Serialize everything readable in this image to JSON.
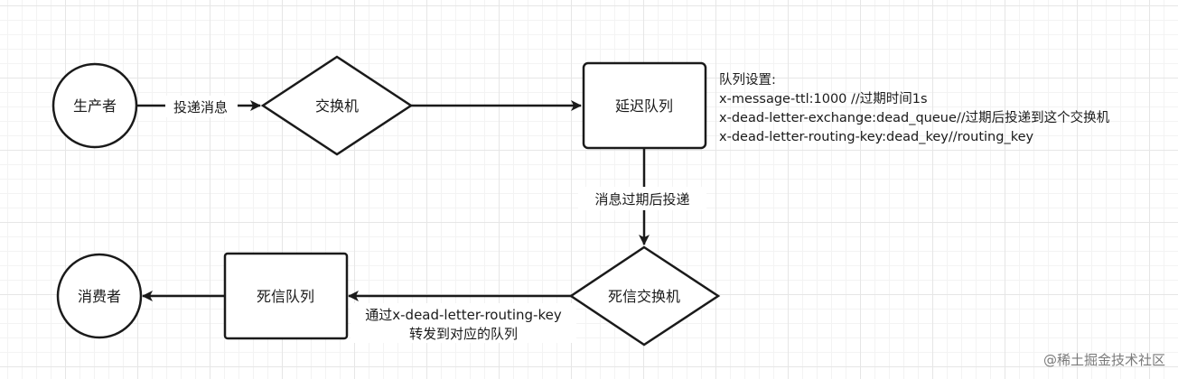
{
  "nodes": {
    "producer": "生产者",
    "exchange": "交换机",
    "delay_queue": "延迟队列",
    "dead_exchange": "死信交换机",
    "dead_queue": "死信队列",
    "consumer": "消费者"
  },
  "edges": {
    "producer_to_exchange": "投递消息",
    "delay_to_dead_exchange": "消息过期后投递",
    "dead_exchange_to_queue_line1": "通过x-dead-letter-routing-key",
    "dead_exchange_to_queue_line2": "转发到对应的队列"
  },
  "note": {
    "title": "队列设置:",
    "lines": [
      "x-message-ttl:1000 //过期时间1s",
      "x-dead-letter-exchange:dead_queue//过期后投递到这个交换机",
      "x-dead-letter-routing-key:dead_key//routing_key"
    ]
  },
  "watermark": "@稀土掘金技术社区",
  "colors": {
    "stroke": "#1a1a1a",
    "grid_major": "#e6e6e6",
    "grid_minor": "#f3f3f3",
    "watermark": "#7a7a7a"
  }
}
